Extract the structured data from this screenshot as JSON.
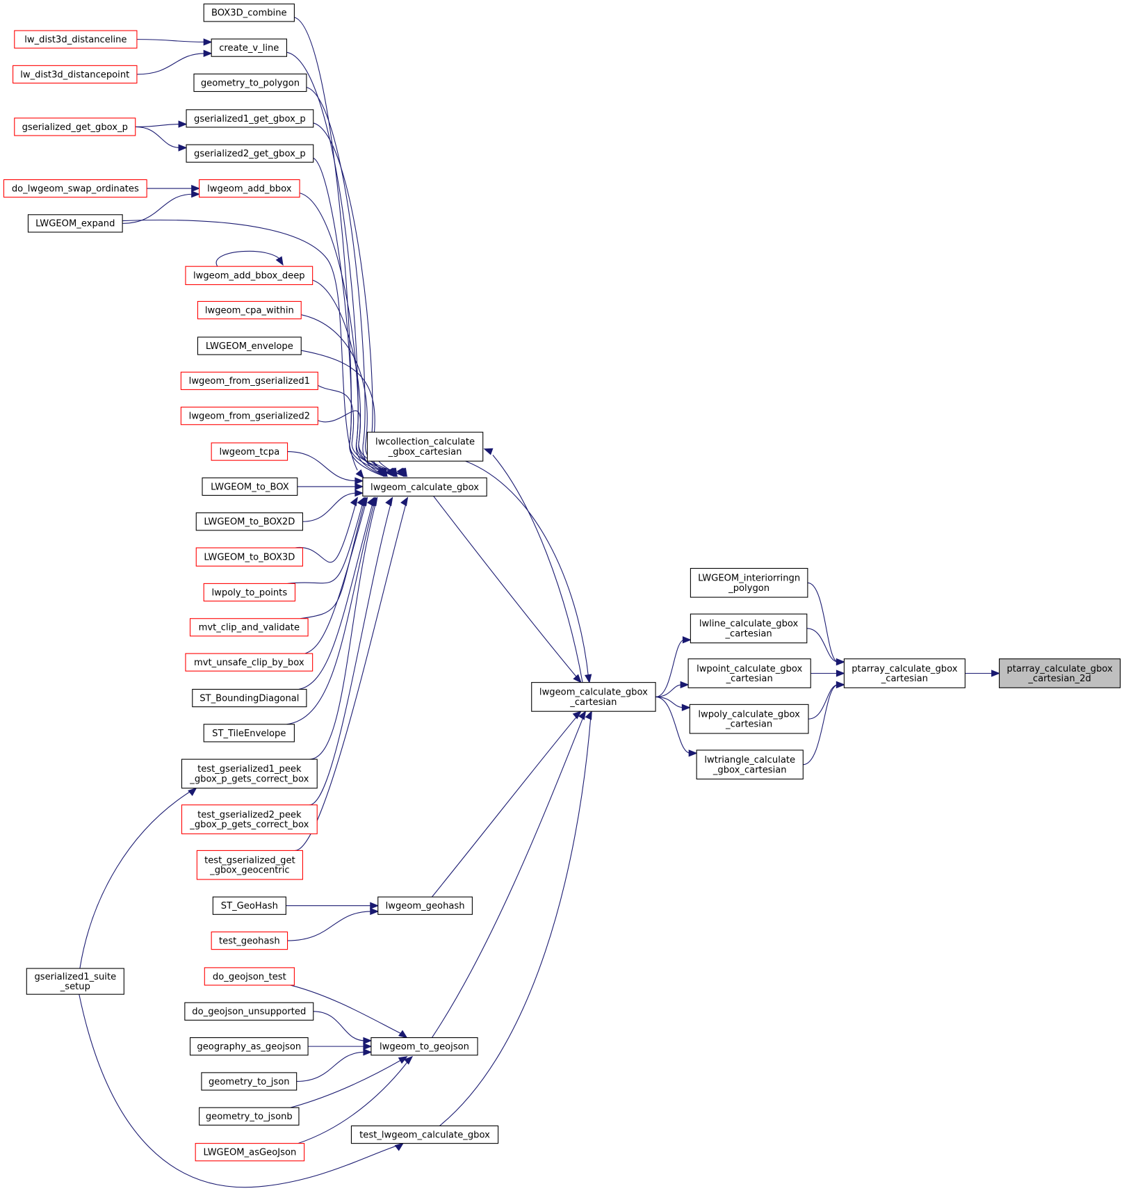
{
  "graph": {
    "title": "Caller graph of ptarray_calculate_gbox_cartesian_2d",
    "colors": {
      "edge": "#191970",
      "normal_border": "#000000",
      "truncated_border": "#ff0000",
      "root_fill": "#bfbfbf"
    },
    "nodes": [
      {
        "id": "root",
        "lines": [
          "ptarray_calculate_gbox",
          "_cartesian_2d"
        ],
        "style": "root"
      },
      {
        "id": "ptarray_cart",
        "lines": [
          "ptarray_calculate_gbox",
          "_cartesian"
        ],
        "style": "normal"
      },
      {
        "id": "interiorringn",
        "lines": [
          "LWGEOM_interiorringn",
          "_polygon"
        ],
        "style": "normal"
      },
      {
        "id": "lwline",
        "lines": [
          "lwline_calculate_gbox",
          "_cartesian"
        ],
        "style": "normal"
      },
      {
        "id": "lwpoint",
        "lines": [
          "lwpoint_calculate_gbox",
          "_cartesian"
        ],
        "style": "normal"
      },
      {
        "id": "lwpoly",
        "lines": [
          "lwpoly_calculate_gbox",
          "_cartesian"
        ],
        "style": "normal"
      },
      {
        "id": "lwtriangle",
        "lines": [
          "lwtriangle_calculate",
          "_gbox_cartesian"
        ],
        "style": "normal"
      },
      {
        "id": "lwgeom_cart",
        "lines": [
          "lwgeom_calculate_gbox",
          "_cartesian"
        ],
        "style": "normal"
      },
      {
        "id": "lwcollection",
        "lines": [
          "lwcollection_calculate",
          "_gbox_cartesian"
        ],
        "style": "normal"
      },
      {
        "id": "lwgeom_calc",
        "lines": [
          "lwgeom_calculate_gbox"
        ],
        "style": "normal"
      },
      {
        "id": "lwgeom_geohash",
        "lines": [
          "lwgeom_geohash"
        ],
        "style": "normal"
      },
      {
        "id": "lwgeom_to_geojson",
        "lines": [
          "lwgeom_to_geojson"
        ],
        "style": "normal"
      },
      {
        "id": "test_lwgeom_calc",
        "lines": [
          "test_lwgeom_calculate_gbox"
        ],
        "style": "normal"
      },
      {
        "id": "box3d_combine",
        "lines": [
          "BOX3D_combine"
        ],
        "style": "normal"
      },
      {
        "id": "create_v_line",
        "lines": [
          "create_v_line"
        ],
        "style": "normal"
      },
      {
        "id": "geometry_to_polygon",
        "lines": [
          "geometry_to_polygon"
        ],
        "style": "normal"
      },
      {
        "id": "gser1_get_gbox_p",
        "lines": [
          "gserialized1_get_gbox_p"
        ],
        "style": "normal"
      },
      {
        "id": "gser2_get_gbox_p",
        "lines": [
          "gserialized2_get_gbox_p"
        ],
        "style": "normal"
      },
      {
        "id": "lwgeom_add_bbox",
        "lines": [
          "lwgeom_add_bbox"
        ],
        "style": "truncated"
      },
      {
        "id": "lwgeom_add_bbox_deep",
        "lines": [
          "lwgeom_add_bbox_deep"
        ],
        "style": "truncated"
      },
      {
        "id": "lwgeom_cpa_within",
        "lines": [
          "lwgeom_cpa_within"
        ],
        "style": "truncated"
      },
      {
        "id": "lwgeom_envelope",
        "lines": [
          "LWGEOM_envelope"
        ],
        "style": "normal"
      },
      {
        "id": "lwgeom_from_gser1",
        "lines": [
          "lwgeom_from_gserialized1"
        ],
        "style": "truncated"
      },
      {
        "id": "lwgeom_from_gser2",
        "lines": [
          "lwgeom_from_gserialized2"
        ],
        "style": "truncated"
      },
      {
        "id": "lwgeom_tcpa",
        "lines": [
          "lwgeom_tcpa"
        ],
        "style": "truncated"
      },
      {
        "id": "lwgeom_to_box",
        "lines": [
          "LWGEOM_to_BOX"
        ],
        "style": "normal"
      },
      {
        "id": "lwgeom_to_box2d",
        "lines": [
          "LWGEOM_to_BOX2D"
        ],
        "style": "normal"
      },
      {
        "id": "lwgeom_to_box3d",
        "lines": [
          "LWGEOM_to_BOX3D"
        ],
        "style": "truncated"
      },
      {
        "id": "lwpoly_to_points",
        "lines": [
          "lwpoly_to_points"
        ],
        "style": "truncated"
      },
      {
        "id": "mvt_clip_and_validate",
        "lines": [
          "mvt_clip_and_validate"
        ],
        "style": "truncated"
      },
      {
        "id": "mvt_unsafe_clip_by_box",
        "lines": [
          "mvt_unsafe_clip_by_box"
        ],
        "style": "truncated"
      },
      {
        "id": "st_boundingdiagonal",
        "lines": [
          "ST_BoundingDiagonal"
        ],
        "style": "normal"
      },
      {
        "id": "st_tileenvelope",
        "lines": [
          "ST_TileEnvelope"
        ],
        "style": "normal"
      },
      {
        "id": "test_gser1_peek",
        "lines": [
          "test_gserialized1_peek",
          "_gbox_p_gets_correct_box"
        ],
        "style": "normal"
      },
      {
        "id": "test_gser2_peek",
        "lines": [
          "test_gserialized2_peek",
          "_gbox_p_gets_correct_box"
        ],
        "style": "truncated"
      },
      {
        "id": "test_gser_get_gbox_geocentric",
        "lines": [
          "test_gserialized_get",
          "_gbox_geocentric"
        ],
        "style": "truncated"
      },
      {
        "id": "st_geohash",
        "lines": [
          "ST_GeoHash"
        ],
        "style": "normal"
      },
      {
        "id": "test_geohash",
        "lines": [
          "test_geohash"
        ],
        "style": "truncated"
      },
      {
        "id": "do_geojson_test",
        "lines": [
          "do_geojson_test"
        ],
        "style": "truncated"
      },
      {
        "id": "do_geojson_unsupported",
        "lines": [
          "do_geojson_unsupported"
        ],
        "style": "normal"
      },
      {
        "id": "geography_as_geojson",
        "lines": [
          "geography_as_geojson"
        ],
        "style": "normal"
      },
      {
        "id": "geometry_to_json",
        "lines": [
          "geometry_to_json"
        ],
        "style": "normal"
      },
      {
        "id": "geometry_to_jsonb",
        "lines": [
          "geometry_to_jsonb"
        ],
        "style": "normal"
      },
      {
        "id": "lwgeom_asgeojson",
        "lines": [
          "LWGEOM_asGeoJson"
        ],
        "style": "truncated"
      },
      {
        "id": "lw_dist3d_distanceline",
        "lines": [
          "lw_dist3d_distanceline"
        ],
        "style": "truncated"
      },
      {
        "id": "lw_dist3d_distancepoint",
        "lines": [
          "lw_dist3d_distancepoint"
        ],
        "style": "truncated"
      },
      {
        "id": "gser_get_gbox_p",
        "lines": [
          "gserialized_get_gbox_p"
        ],
        "style": "truncated"
      },
      {
        "id": "do_lwgeom_swap_ordinates",
        "lines": [
          "do_lwgeom_swap_ordinates"
        ],
        "style": "truncated"
      },
      {
        "id": "lwgeom_expand",
        "lines": [
          "LWGEOM_expand"
        ],
        "style": "normal"
      },
      {
        "id": "gser1_suite_setup",
        "lines": [
          "gserialized1_suite",
          "_setup"
        ],
        "style": "normal"
      }
    ],
    "edges": [
      [
        "ptarray_cart",
        "root"
      ],
      [
        "interiorringn",
        "ptarray_cart"
      ],
      [
        "lwline",
        "ptarray_cart"
      ],
      [
        "lwpoint",
        "ptarray_cart"
      ],
      [
        "lwpoly",
        "ptarray_cart"
      ],
      [
        "lwtriangle",
        "ptarray_cart"
      ],
      [
        "lwgeom_cart",
        "lwline"
      ],
      [
        "lwgeom_cart",
        "lwpoint"
      ],
      [
        "lwgeom_cart",
        "lwpoly"
      ],
      [
        "lwgeom_cart",
        "lwtriangle"
      ],
      [
        "lwgeom_cart",
        "lwcollection"
      ],
      [
        "lwcollection",
        "lwgeom_cart"
      ],
      [
        "lwgeom_calc",
        "lwgeom_cart"
      ],
      [
        "lwgeom_geohash",
        "lwgeom_cart"
      ],
      [
        "lwgeom_to_geojson",
        "lwgeom_cart"
      ],
      [
        "test_lwgeom_calc",
        "lwgeom_cart"
      ],
      [
        "box3d_combine",
        "lwgeom_calc"
      ],
      [
        "create_v_line",
        "lwgeom_calc"
      ],
      [
        "geometry_to_polygon",
        "lwgeom_calc"
      ],
      [
        "gser1_get_gbox_p",
        "lwgeom_calc"
      ],
      [
        "gser2_get_gbox_p",
        "lwgeom_calc"
      ],
      [
        "lwgeom_add_bbox",
        "lwgeom_calc"
      ],
      [
        "lwgeom_expand",
        "lwgeom_calc"
      ],
      [
        "lwgeom_add_bbox_deep",
        "lwgeom_calc"
      ],
      [
        "lwgeom_add_bbox_deep",
        "lwgeom_add_bbox_deep"
      ],
      [
        "lwgeom_cpa_within",
        "lwgeom_calc"
      ],
      [
        "lwgeom_envelope",
        "lwgeom_calc"
      ],
      [
        "lwgeom_from_gser1",
        "lwgeom_calc"
      ],
      [
        "lwgeom_from_gser2",
        "lwgeom_calc"
      ],
      [
        "lwgeom_tcpa",
        "lwgeom_calc"
      ],
      [
        "lwgeom_to_box",
        "lwgeom_calc"
      ],
      [
        "lwgeom_to_box2d",
        "lwgeom_calc"
      ],
      [
        "lwgeom_to_box3d",
        "lwgeom_calc"
      ],
      [
        "lwpoly_to_points",
        "lwgeom_calc"
      ],
      [
        "mvt_clip_and_validate",
        "lwgeom_calc"
      ],
      [
        "mvt_unsafe_clip_by_box",
        "lwgeom_calc"
      ],
      [
        "st_boundingdiagonal",
        "lwgeom_calc"
      ],
      [
        "st_tileenvelope",
        "lwgeom_calc"
      ],
      [
        "test_gser1_peek",
        "lwgeom_calc"
      ],
      [
        "test_gser2_peek",
        "lwgeom_calc"
      ],
      [
        "test_gser_get_gbox_geocentric",
        "lwgeom_calc"
      ],
      [
        "lw_dist3d_distanceline",
        "create_v_line"
      ],
      [
        "lw_dist3d_distancepoint",
        "create_v_line"
      ],
      [
        "gser_get_gbox_p",
        "gser1_get_gbox_p"
      ],
      [
        "gser_get_gbox_p",
        "gser2_get_gbox_p"
      ],
      [
        "do_lwgeom_swap_ordinates",
        "lwgeom_add_bbox"
      ],
      [
        "lwgeom_expand",
        "lwgeom_add_bbox"
      ],
      [
        "st_geohash",
        "lwgeom_geohash"
      ],
      [
        "test_geohash",
        "lwgeom_geohash"
      ],
      [
        "do_geojson_test",
        "lwgeom_to_geojson"
      ],
      [
        "do_geojson_unsupported",
        "lwgeom_to_geojson"
      ],
      [
        "geography_as_geojson",
        "lwgeom_to_geojson"
      ],
      [
        "geometry_to_json",
        "lwgeom_to_geojson"
      ],
      [
        "geometry_to_jsonb",
        "lwgeom_to_geojson"
      ],
      [
        "lwgeom_asgeojson",
        "lwgeom_to_geojson"
      ],
      [
        "gser1_suite_setup",
        "test_gser1_peek"
      ],
      [
        "gser1_suite_setup",
        "test_lwgeom_calc"
      ]
    ]
  }
}
